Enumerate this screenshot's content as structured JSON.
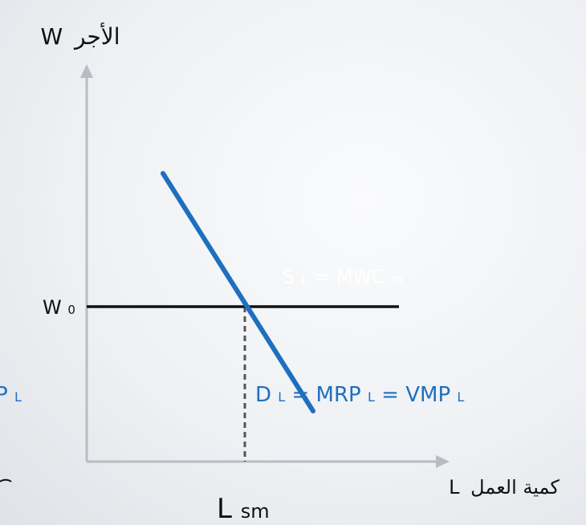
{
  "axes": {
    "y_label_prefix": "الأجر",
    "y_label_symbol": "W",
    "x_label_prefix": "كمية العمل",
    "x_label_symbol": "L",
    "x_tick_main": "L",
    "x_tick_sub": "sm",
    "y_tick_main": "W",
    "y_tick_sub": "0"
  },
  "supply_curve": {
    "label_main_1": "S",
    "label_sub_1": "L",
    "label_main_2": " = MWC ",
    "label_sub_2": "m",
    "color": "#ffffff"
  },
  "demand_curve": {
    "label_main_1": "D",
    "label_sub_1": "L",
    "label_main_2": " = MRP ",
    "label_sub_2": "L",
    "label_main_3": " = VMP ",
    "label_sub_3": "L",
    "color": "#1f6fbf"
  },
  "clipped_left_label": {
    "main": "P ",
    "sub": "L"
  },
  "colors": {
    "axis": "#b8bcc3",
    "wage_line": "#111111",
    "dashed_guide": "#555555",
    "text": "#111111"
  }
}
